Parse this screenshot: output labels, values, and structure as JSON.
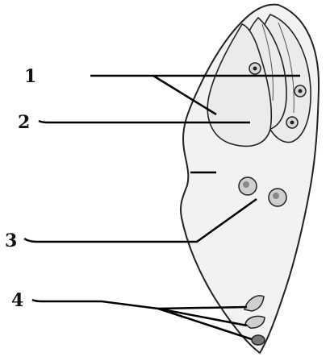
{
  "diagram": {
    "labels": {
      "one": "1",
      "two": "2",
      "three": "3",
      "four": "4"
    },
    "colors": {
      "outline": "#222222",
      "fill": "#f2f2f2",
      "inner_fill": "#ebebeb",
      "line": "#000000"
    }
  }
}
